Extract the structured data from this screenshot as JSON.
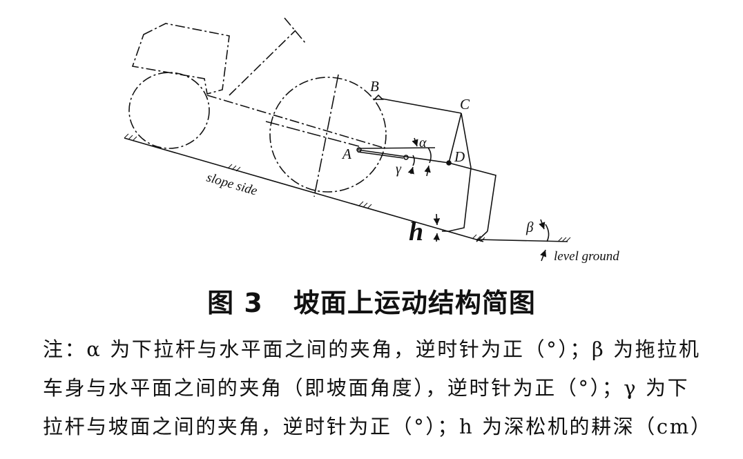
{
  "diagram": {
    "labels": {
      "A": "A",
      "B": "B",
      "C": "C",
      "D": "D",
      "alpha": "α",
      "gamma": "γ",
      "beta": "β",
      "h": "h",
      "slope_side": "slope side",
      "level_ground": "level ground"
    }
  },
  "caption": {
    "number": "图 3",
    "title": "坡面上运动结构简图"
  },
  "note": {
    "lines": [
      "注：α 为下拉杆与水平面之间的夹角，逆时针为正（°）；β 为拖拉机",
      "车身与水平面之间的夹角（即坡面角度），逆时针为正（°）；γ 为下",
      "拉杆与坡面之间的夹角，逆时针为正（°）；h 为深松机的耕深（cm）"
    ]
  }
}
